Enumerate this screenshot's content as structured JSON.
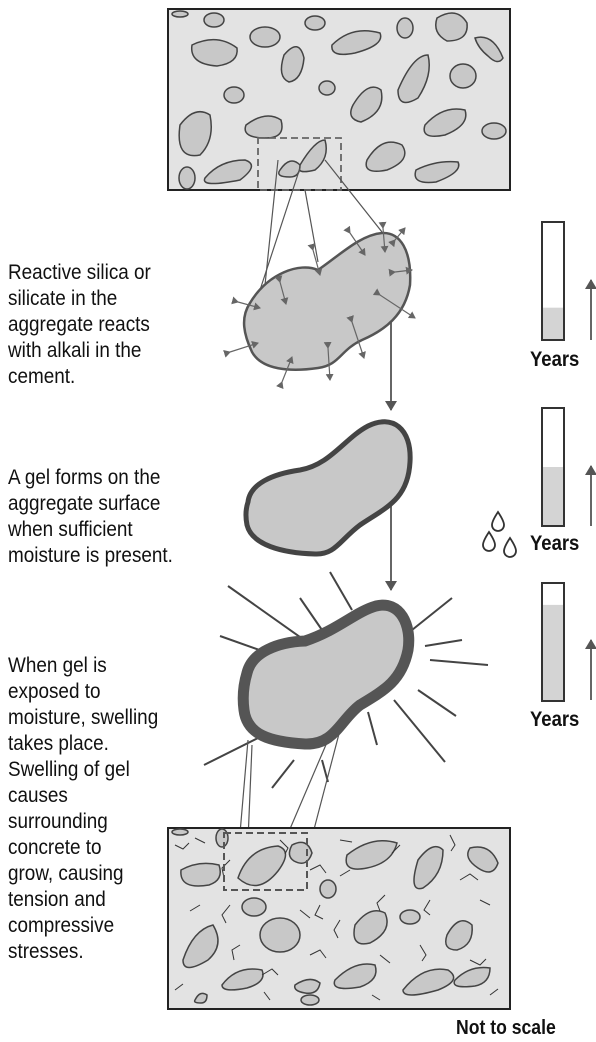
{
  "captions": {
    "stage1": "Reactive silica or\nsilicate in the\naggregate reacts\nwith alkali in the\ncement.",
    "stage2": "A gel forms on the\naggregate surface\nwhen sufficient\nmoisture is present.",
    "stage3": "When gel is\nexposed to\nmoisture, swelling\ntakes place.\nSwelling of gel\ncauses\nsurrounding\nconcrete to\ngrow, causing\ntension and\ncompressive\nstresses."
  },
  "meters": [
    {
      "label": "Years",
      "fill_fraction": 0.27
    },
    {
      "label": "Years",
      "fill_fraction": 0.5
    },
    {
      "label": "Years",
      "fill_fraction": 0.82
    }
  ],
  "footnote": "Not to scale",
  "colors": {
    "aggregate_fill": "#c8c8c8",
    "concrete_fill": "#e3e3e3",
    "outline": "#222222",
    "gel_outline": "#555555",
    "line": "#666666"
  }
}
